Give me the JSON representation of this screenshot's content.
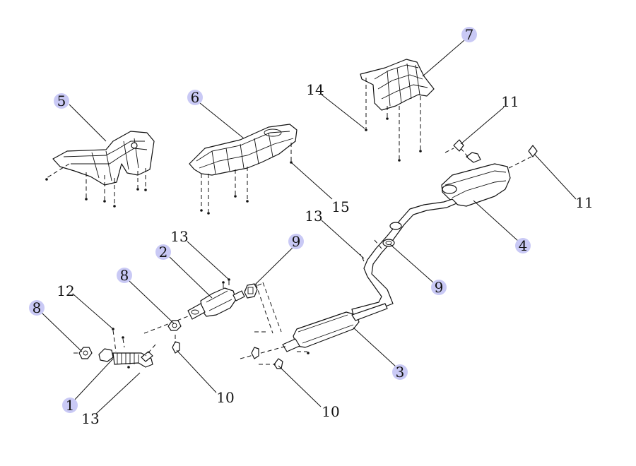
{
  "diagram": {
    "callout_color": "#c9c9f5",
    "callouts": [
      {
        "id": "c1",
        "label": "1"
      },
      {
        "id": "c2",
        "label": "2"
      },
      {
        "id": "c3",
        "label": "3"
      },
      {
        "id": "c4",
        "label": "4"
      },
      {
        "id": "c5",
        "label": "5"
      },
      {
        "id": "c6",
        "label": "6"
      },
      {
        "id": "c7",
        "label": "7"
      },
      {
        "id": "c8a",
        "label": "8"
      },
      {
        "id": "c8b",
        "label": "8"
      },
      {
        "id": "c9a",
        "label": "9"
      },
      {
        "id": "c9b",
        "label": "9"
      },
      {
        "id": "c10a",
        "label": "10"
      },
      {
        "id": "c10b",
        "label": "10"
      },
      {
        "id": "c11a",
        "label": "11"
      },
      {
        "id": "c11b",
        "label": "11"
      },
      {
        "id": "c12",
        "label": "12"
      },
      {
        "id": "c13a",
        "label": "13"
      },
      {
        "id": "c13b",
        "label": "13"
      },
      {
        "id": "c13c",
        "label": "13"
      },
      {
        "id": "c14",
        "label": "14"
      },
      {
        "id": "c15",
        "label": "15"
      }
    ]
  }
}
